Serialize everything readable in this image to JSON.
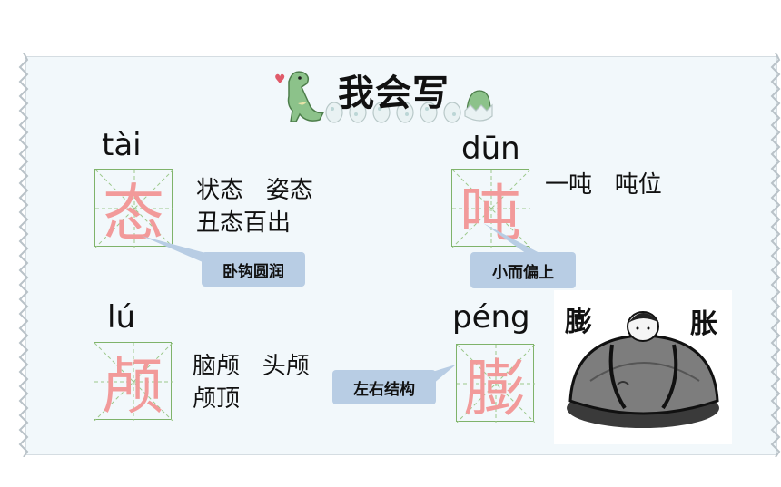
{
  "title": "我会写",
  "cards": [
    {
      "pinyin": "tài",
      "char": "态",
      "words": [
        "状态   姿态",
        "丑态百出"
      ],
      "tip": "卧钩圆润"
    },
    {
      "pinyin": "dūn",
      "char": "吨",
      "words": [
        "一吨   吨位"
      ],
      "tip": "小而偏上"
    },
    {
      "pinyin": "lú",
      "char": "颅",
      "words": [
        "脑颅   头颅",
        "颅顶"
      ],
      "tip": ""
    },
    {
      "pinyin": "péng",
      "char": "膨",
      "words": [],
      "tip": "左右结构"
    }
  ],
  "illustration": {
    "left_label": "膨",
    "right_label": "胀"
  },
  "colors": {
    "card_bg": "#f2f8fb",
    "grid": "#7fb36a",
    "char": "#f29a9a",
    "tag_bg": "#b8cde4"
  }
}
